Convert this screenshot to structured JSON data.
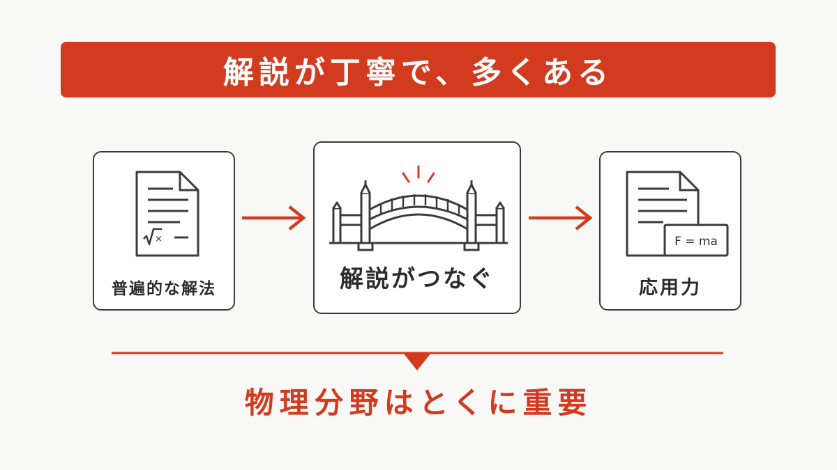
{
  "banner": {
    "title": "解説が丁寧で、多くある"
  },
  "steps": [
    {
      "label": "普遍的な解法",
      "icon": "math-document-icon",
      "formula_glyph": "√×"
    },
    {
      "label": "解説がつなぐ",
      "icon": "bridge-icon"
    },
    {
      "label": "応用力",
      "icon": "physics-document-icon",
      "formula": "F = ma"
    }
  ],
  "conclusion": {
    "text": "物理分野はとくに重要"
  },
  "colors": {
    "accent": "#d23b1e",
    "ink": "#3a3a3a",
    "card_bg": "#ffffff",
    "page_bg": "#f8f8f7"
  }
}
